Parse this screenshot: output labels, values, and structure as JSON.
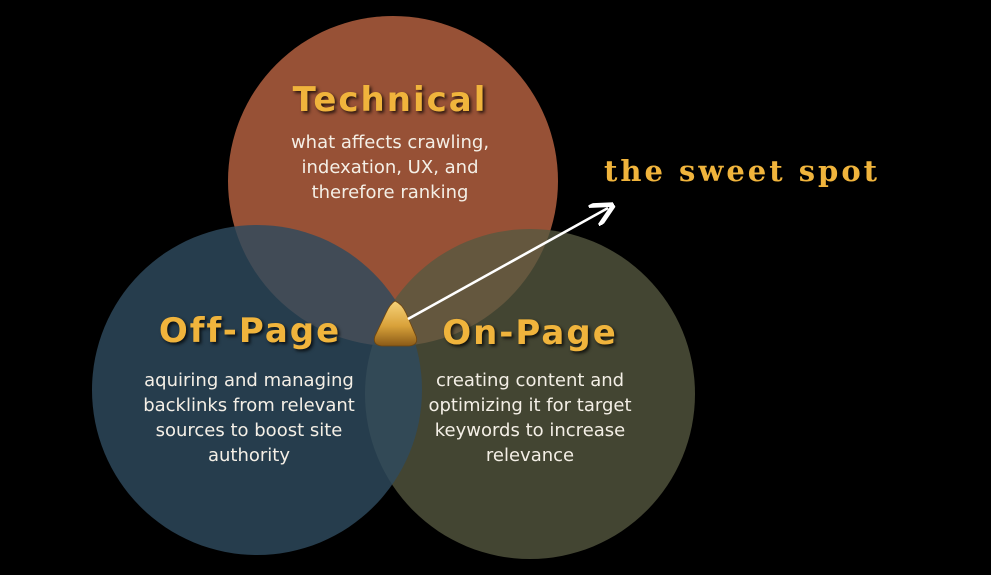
{
  "diagram": {
    "background_color": "#000000",
    "accent_color": "#f0b43c",
    "circles": [
      {
        "key": "technical",
        "title": "Technical",
        "description": "what affects crawling, indexation, UX, and therefore ranking",
        "color": "#a4583b"
      },
      {
        "key": "off_page",
        "title": "Off-Page",
        "description": "aquiring and managing backlinks from relevant sources to boost site authority",
        "color": "#2e4a5e"
      },
      {
        "key": "on_page",
        "title": "On-Page",
        "description": "creating content and optimizing it for target keywords to increase relevance",
        "color": "#565940"
      }
    ],
    "sweet_spot": {
      "label": "the sweet spot",
      "marker_color": "#d9a23a",
      "arrow_color": "#ffffff"
    }
  }
}
